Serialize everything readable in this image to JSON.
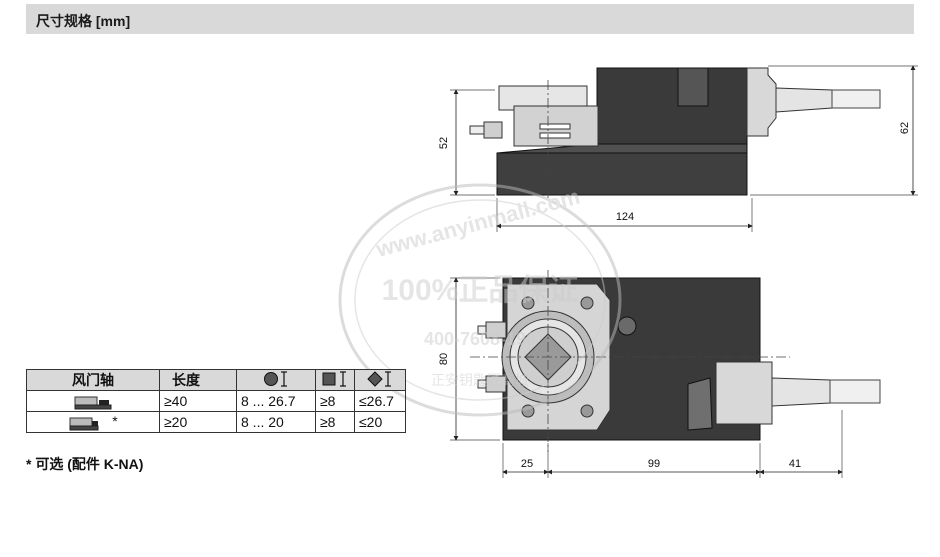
{
  "header": {
    "title": "尺寸规格 [mm]"
  },
  "dimensions": {
    "total_height": "62",
    "body_height": "52",
    "length": "124",
    "width": "80",
    "offset_left": "25",
    "body_length": "99",
    "cable_length": "41"
  },
  "table": {
    "headers": {
      "shaft": "风门轴",
      "length": "长度",
      "round_icon": "round-shaft-icon",
      "square_icon": "square-shaft-icon",
      "diamond_icon": "diamond-shaft-icon"
    },
    "rows": [
      {
        "shaft_icon": "shaft-long-icon",
        "asterisk": "",
        "length": "≥40",
        "round": "8 ... 26.7",
        "square": "≥8",
        "diamond": "≤26.7"
      },
      {
        "shaft_icon": "shaft-short-icon",
        "asterisk": "*",
        "length": "≥20",
        "round": "8 ... 20",
        "square": "≥8",
        "diamond": "≤20"
      }
    ]
  },
  "footnote": "* 可选 (配件 K-NA)",
  "watermark": {
    "line1": "www.anyinmall.com",
    "line2": "100%正品保证",
    "line3": "400-7608-190",
    "line4": "正安钥匙匠商城"
  },
  "colors": {
    "header_bg": "#d9d9d9",
    "body_dark": "#3a3a3a",
    "body_mid": "#6a6a6a",
    "light_metal": "#d0d0d0"
  }
}
